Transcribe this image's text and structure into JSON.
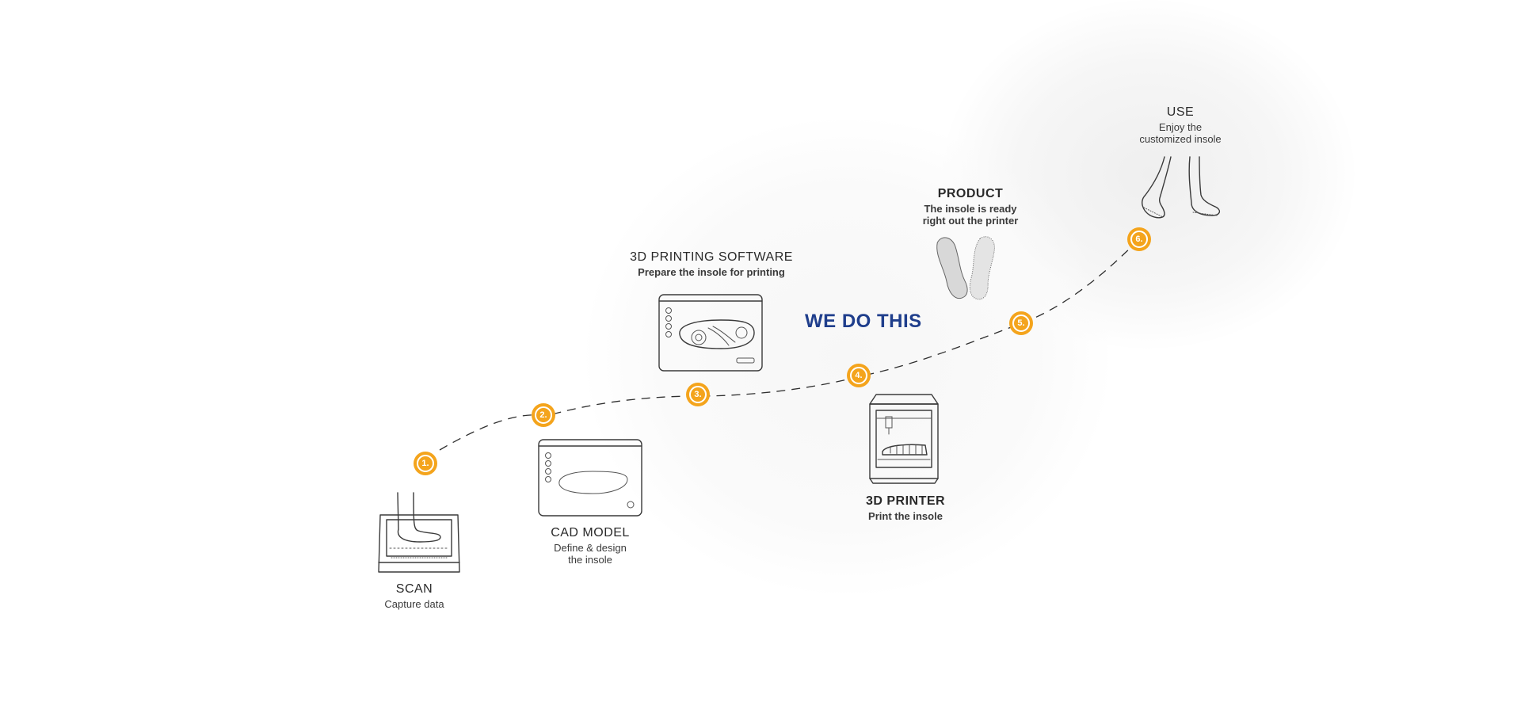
{
  "highlight": "WE DO THIS",
  "steps": [
    {
      "badge": "1.",
      "title": "SCAN",
      "sub": [
        "Capture data"
      ],
      "icon": "foot-scanner-icon"
    },
    {
      "badge": "2.",
      "title": "CAD MODEL",
      "sub": [
        "Define & design",
        "the insole"
      ],
      "icon": "cad-screen-icon"
    },
    {
      "badge": "3.",
      "title": "3D PRINTING SOFTWARE",
      "sub": [
        "Prepare the insole for printing"
      ],
      "icon": "slicer-screen-icon"
    },
    {
      "badge": "4.",
      "title": "3D PRINTER",
      "sub": [
        "Print the insole"
      ],
      "icon": "3d-printer-icon"
    },
    {
      "badge": "5.",
      "title": "PRODUCT",
      "sub": [
        "The insole is ready",
        "right out the printer"
      ],
      "icon": "insoles-icon"
    },
    {
      "badge": "6.",
      "title": "USE",
      "sub": [
        "Enjoy the",
        "customized insole"
      ],
      "icon": "feet-walking-icon"
    }
  ],
  "colors": {
    "accent": "#f4a41c",
    "highlight": "#1f3e8c",
    "line": "#3a3a3a"
  }
}
